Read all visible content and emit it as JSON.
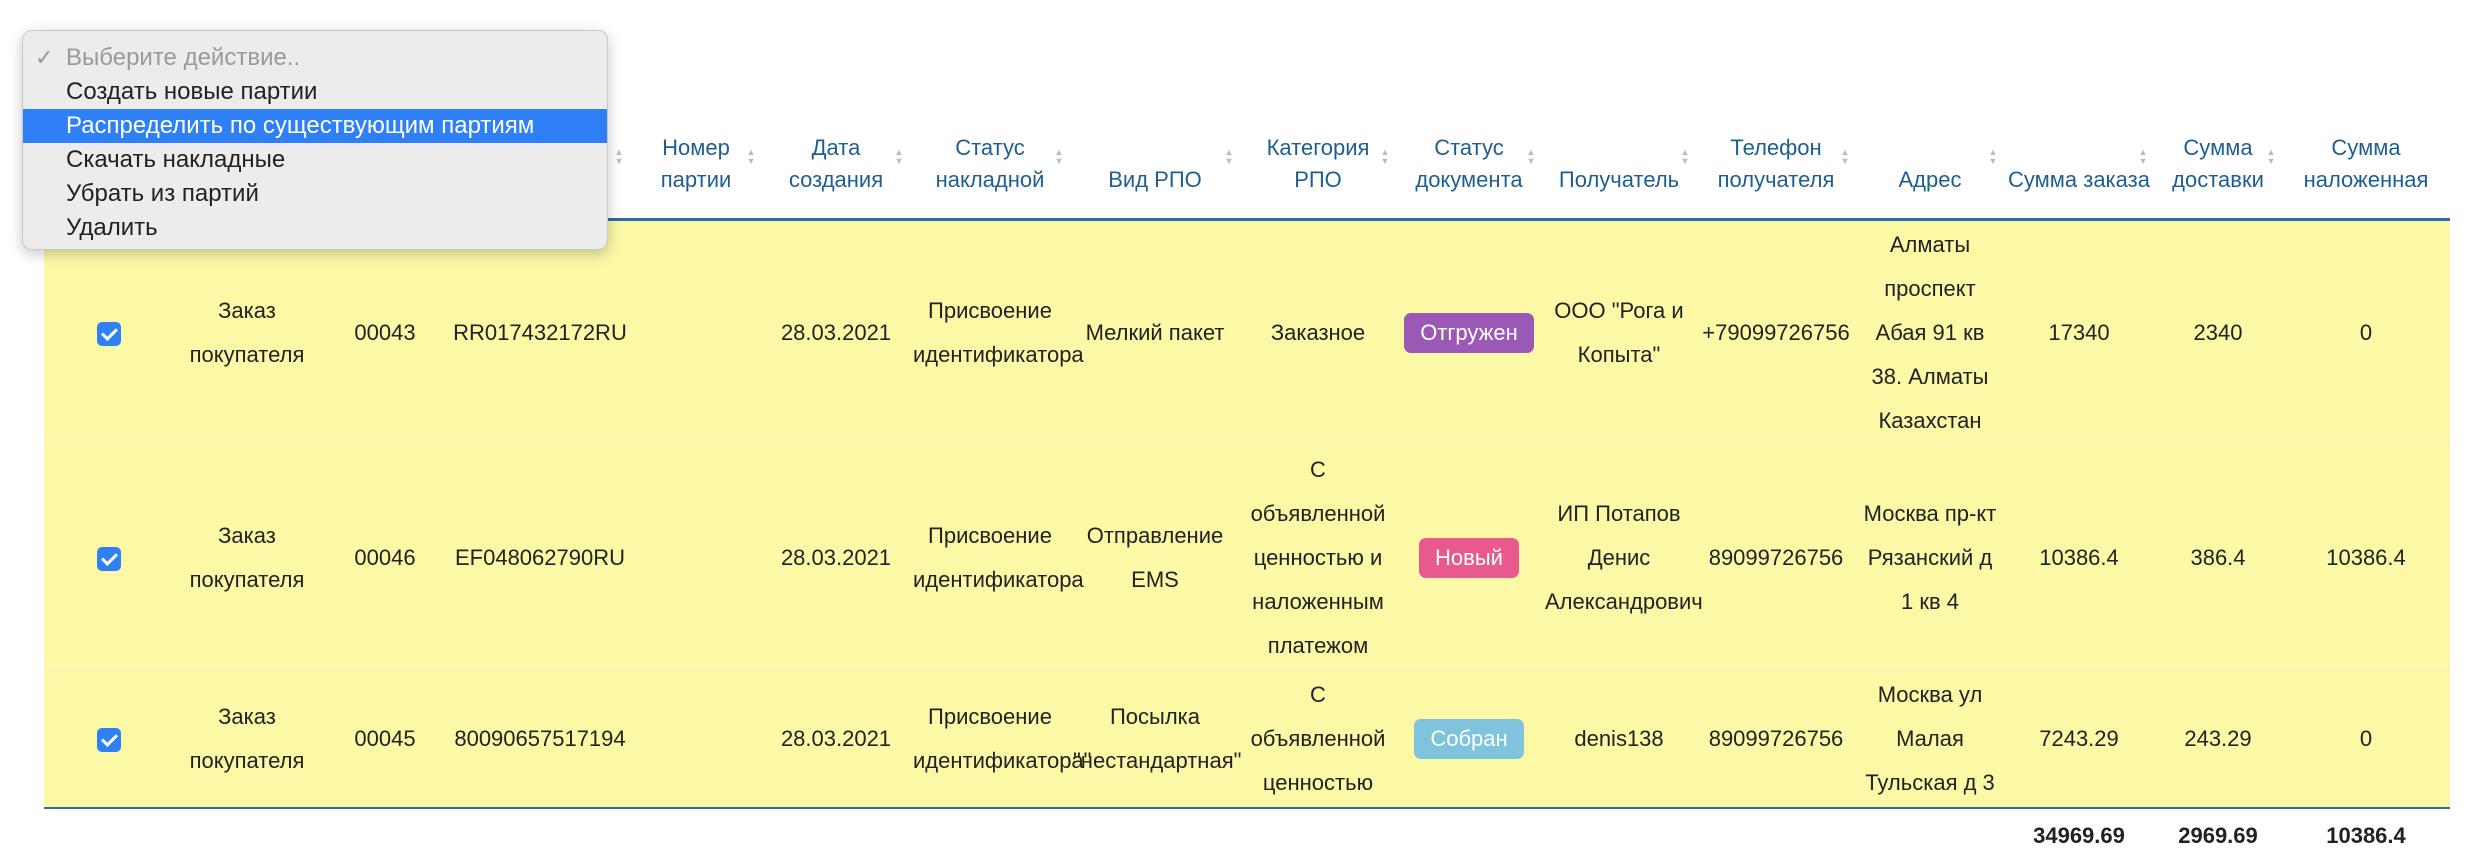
{
  "dropdown": {
    "placeholder": "Выберите действие..",
    "options": [
      "Создать новые партии",
      "Распределить по существующим партиям",
      "Скачать накладные",
      "Убрать из партий",
      "Удалить"
    ],
    "highlighted_index": 1
  },
  "table": {
    "headers": [
      "",
      "",
      "",
      "",
      "Номер партии",
      "Дата создания",
      "Статус накладной",
      "Вид РПО",
      "Категория РПО",
      "Статус документа",
      "Получатель",
      "Телефон получателя",
      "Адрес",
      "Сумма заказа",
      "Сумма доставки",
      "Сумма наложенная"
    ],
    "rows": [
      {
        "checked": true,
        "doc_type": "Заказ покупателя",
        "number": "00043",
        "track": "RR017432172RU",
        "batch": "",
        "date": "28.03.2021",
        "waybill_status": "Присвоение идентификатора",
        "rpo_type": "Мелкий пакет",
        "rpo_category": "Заказное",
        "doc_status": "Отгружен",
        "recipient": "ООО \"Рога и Копыта\"",
        "phone": "+79099726756",
        "address": "Алматы проспект Абая 91 кв 38. Алматы Казахстан",
        "order_sum": "17340",
        "delivery_sum": "2340",
        "cod_sum": "0"
      },
      {
        "checked": true,
        "doc_type": "Заказ покупателя",
        "number": "00046",
        "track": "EF048062790RU",
        "batch": "",
        "date": "28.03.2021",
        "waybill_status": "Присвоение идентификатора",
        "rpo_type": "Отправление EMS",
        "rpo_category": "С объявленной ценностью и наложенным платежом",
        "doc_status": "Новый",
        "recipient": "ИП Потапов Денис Александрович",
        "phone": "89099726756",
        "address": "Москва пр-кт Рязанский д 1 кв 4",
        "order_sum": "10386.4",
        "delivery_sum": "386.4",
        "cod_sum": "10386.4"
      },
      {
        "checked": true,
        "doc_type": "Заказ покупателя",
        "number": "00045",
        "track": "80090657517194",
        "batch": "",
        "date": "28.03.2021",
        "waybill_status": "Присвоение идентификатора\"",
        "rpo_type": "Посылка \"нестандартная\"",
        "rpo_category": "С объявленной ценностью",
        "doc_status": "Собран",
        "recipient": "denis138",
        "phone": "89099726756",
        "address": "Москва ул Малая Тульская д 3",
        "order_sum": "7243.29",
        "delivery_sum": "243.29",
        "cod_sum": "0"
      }
    ],
    "totals": {
      "order_sum": "34969.69",
      "delivery_sum": "2969.69",
      "cod_sum": "10386.4"
    }
  },
  "colors": {
    "header_text": "#1e5f91",
    "row_bg": "#fbf8a6",
    "accent_blue": "#2f7ff6",
    "status_shipped": "#9b59b6",
    "status_new": "#e8598d",
    "status_assembled": "#7fc3dd"
  }
}
